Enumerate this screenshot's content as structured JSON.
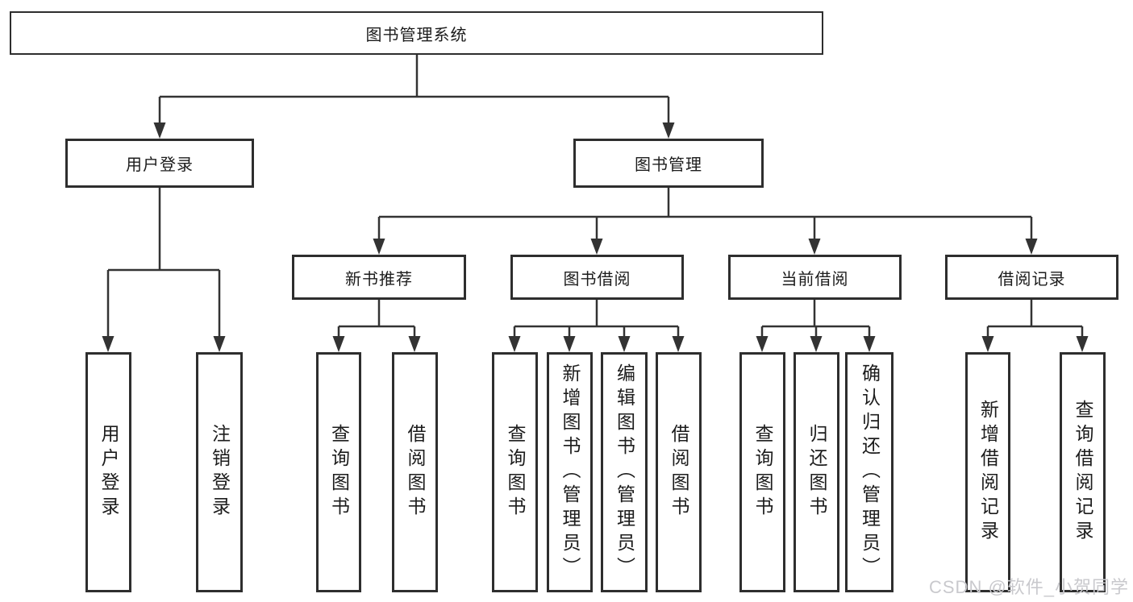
{
  "colors": {
    "line": "#333333",
    "border": "#2e2e2e",
    "text": "#1c1c1c",
    "watermark": "#c9c9cd",
    "background": "#ffffff"
  },
  "watermark": {
    "text": "CSDN @软件_小贺同学"
  },
  "tree": {
    "label": "图书管理系统",
    "children": [
      {
        "label": "用户登录",
        "children": [
          {
            "label": "用户登录"
          },
          {
            "label": "注销登录"
          }
        ]
      },
      {
        "label": "图书管理",
        "children": [
          {
            "label": "新书推荐",
            "children": [
              {
                "label": "查询图书"
              },
              {
                "label": "借阅图书"
              }
            ]
          },
          {
            "label": "图书借阅",
            "children": [
              {
                "label": "查询图书"
              },
              {
                "label": "新增图书（管理员）"
              },
              {
                "label": "编辑图书（管理员）"
              },
              {
                "label": "借阅图书"
              }
            ]
          },
          {
            "label": "当前借阅",
            "children": [
              {
                "label": "查询图书"
              },
              {
                "label": "归还图书"
              },
              {
                "label": "确认归还（管理员）"
              }
            ]
          },
          {
            "label": "借阅记录",
            "children": [
              {
                "label": "新增借阅记录"
              },
              {
                "label": "查询借阅记录"
              }
            ]
          }
        ]
      }
    ]
  }
}
